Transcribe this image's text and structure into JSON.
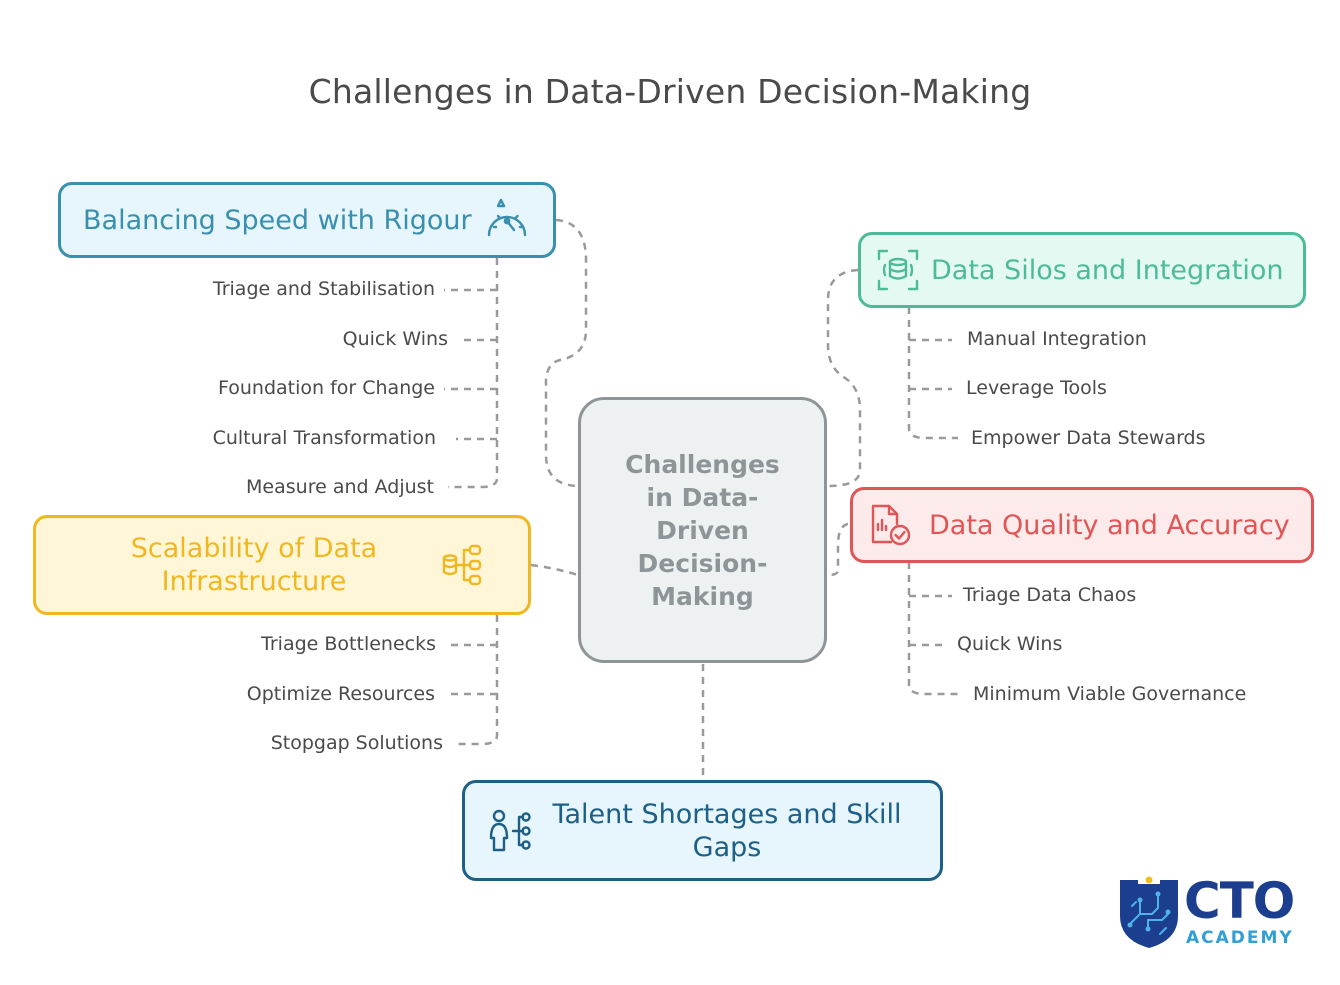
{
  "title": "Challenges in Data-Driven Decision-Making",
  "center": {
    "label": "Challenges in Data-Driven Decision-Making"
  },
  "branches": {
    "speed": {
      "label": "Balancing Speed with Rigour",
      "icon": "speedometer-icon",
      "color": "#3a8fae",
      "fill": "#e6f6fc",
      "items": [
        "Triage and Stabilisation",
        "Quick Wins",
        "Foundation for Change",
        "Cultural Transformation",
        "Measure and Adjust"
      ]
    },
    "silos": {
      "label": "Data Silos and Integration",
      "icon": "database-scan-icon",
      "color": "#4dbb9a",
      "fill": "#e4f9f2",
      "items": [
        "Manual Integration",
        "Leverage Tools",
        "Empower Data Stewards"
      ]
    },
    "quality": {
      "label": "Data Quality and Accuracy",
      "icon": "document-check-icon",
      "color": "#e05555",
      "fill": "#fdeaea",
      "items": [
        "Triage Data Chaos",
        "Quick Wins",
        "Minimum Viable Governance"
      ]
    },
    "scalability": {
      "label": "Scalability of Data Infrastructure",
      "icon": "database-network-icon",
      "color": "#f0b820",
      "fill": "#fff6d8",
      "items": [
        "Triage Bottlenecks",
        "Optimize Resources",
        "Stopgap Solutions"
      ]
    },
    "talent": {
      "label": "Talent Shortages and Skill Gaps",
      "icon": "person-network-icon",
      "color": "#1d5f86",
      "fill": "#e6f6fc",
      "items": []
    }
  },
  "logo": {
    "name": "CTO",
    "sub": "ACADEMY",
    "icon": "shield-circuit-icon"
  }
}
